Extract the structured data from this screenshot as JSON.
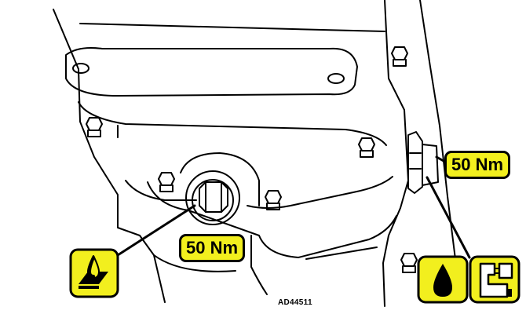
{
  "callouts": {
    "right_torque": "50 Nm",
    "bottom_torque": "50 Nm"
  },
  "figure_ref": "AD44511",
  "icons": {
    "left": "fluid-level-check-icon",
    "right_fluid": "fluid-drop-icon",
    "right_seal": "sealant-icon"
  },
  "colors": {
    "callout_fill": "#f2ef1e",
    "outline": "#000000"
  }
}
